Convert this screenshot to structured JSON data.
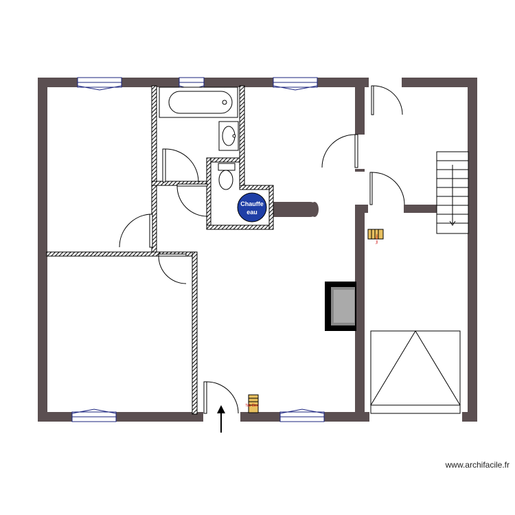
{
  "labels": {
    "water_heater_line1": "Chauffe",
    "water_heater_line2": "eau",
    "electric_panel": "Tab Élec",
    "electric_panel_2": "Tab Élec"
  },
  "watermark": "www.archifacile.fr",
  "colors": {
    "exterior_wall": "#5b4f51",
    "window": "#1a237e",
    "water_heater": "#1f3fa6",
    "panel_label": "#cc0000",
    "panel_fill": "#e8c060"
  }
}
